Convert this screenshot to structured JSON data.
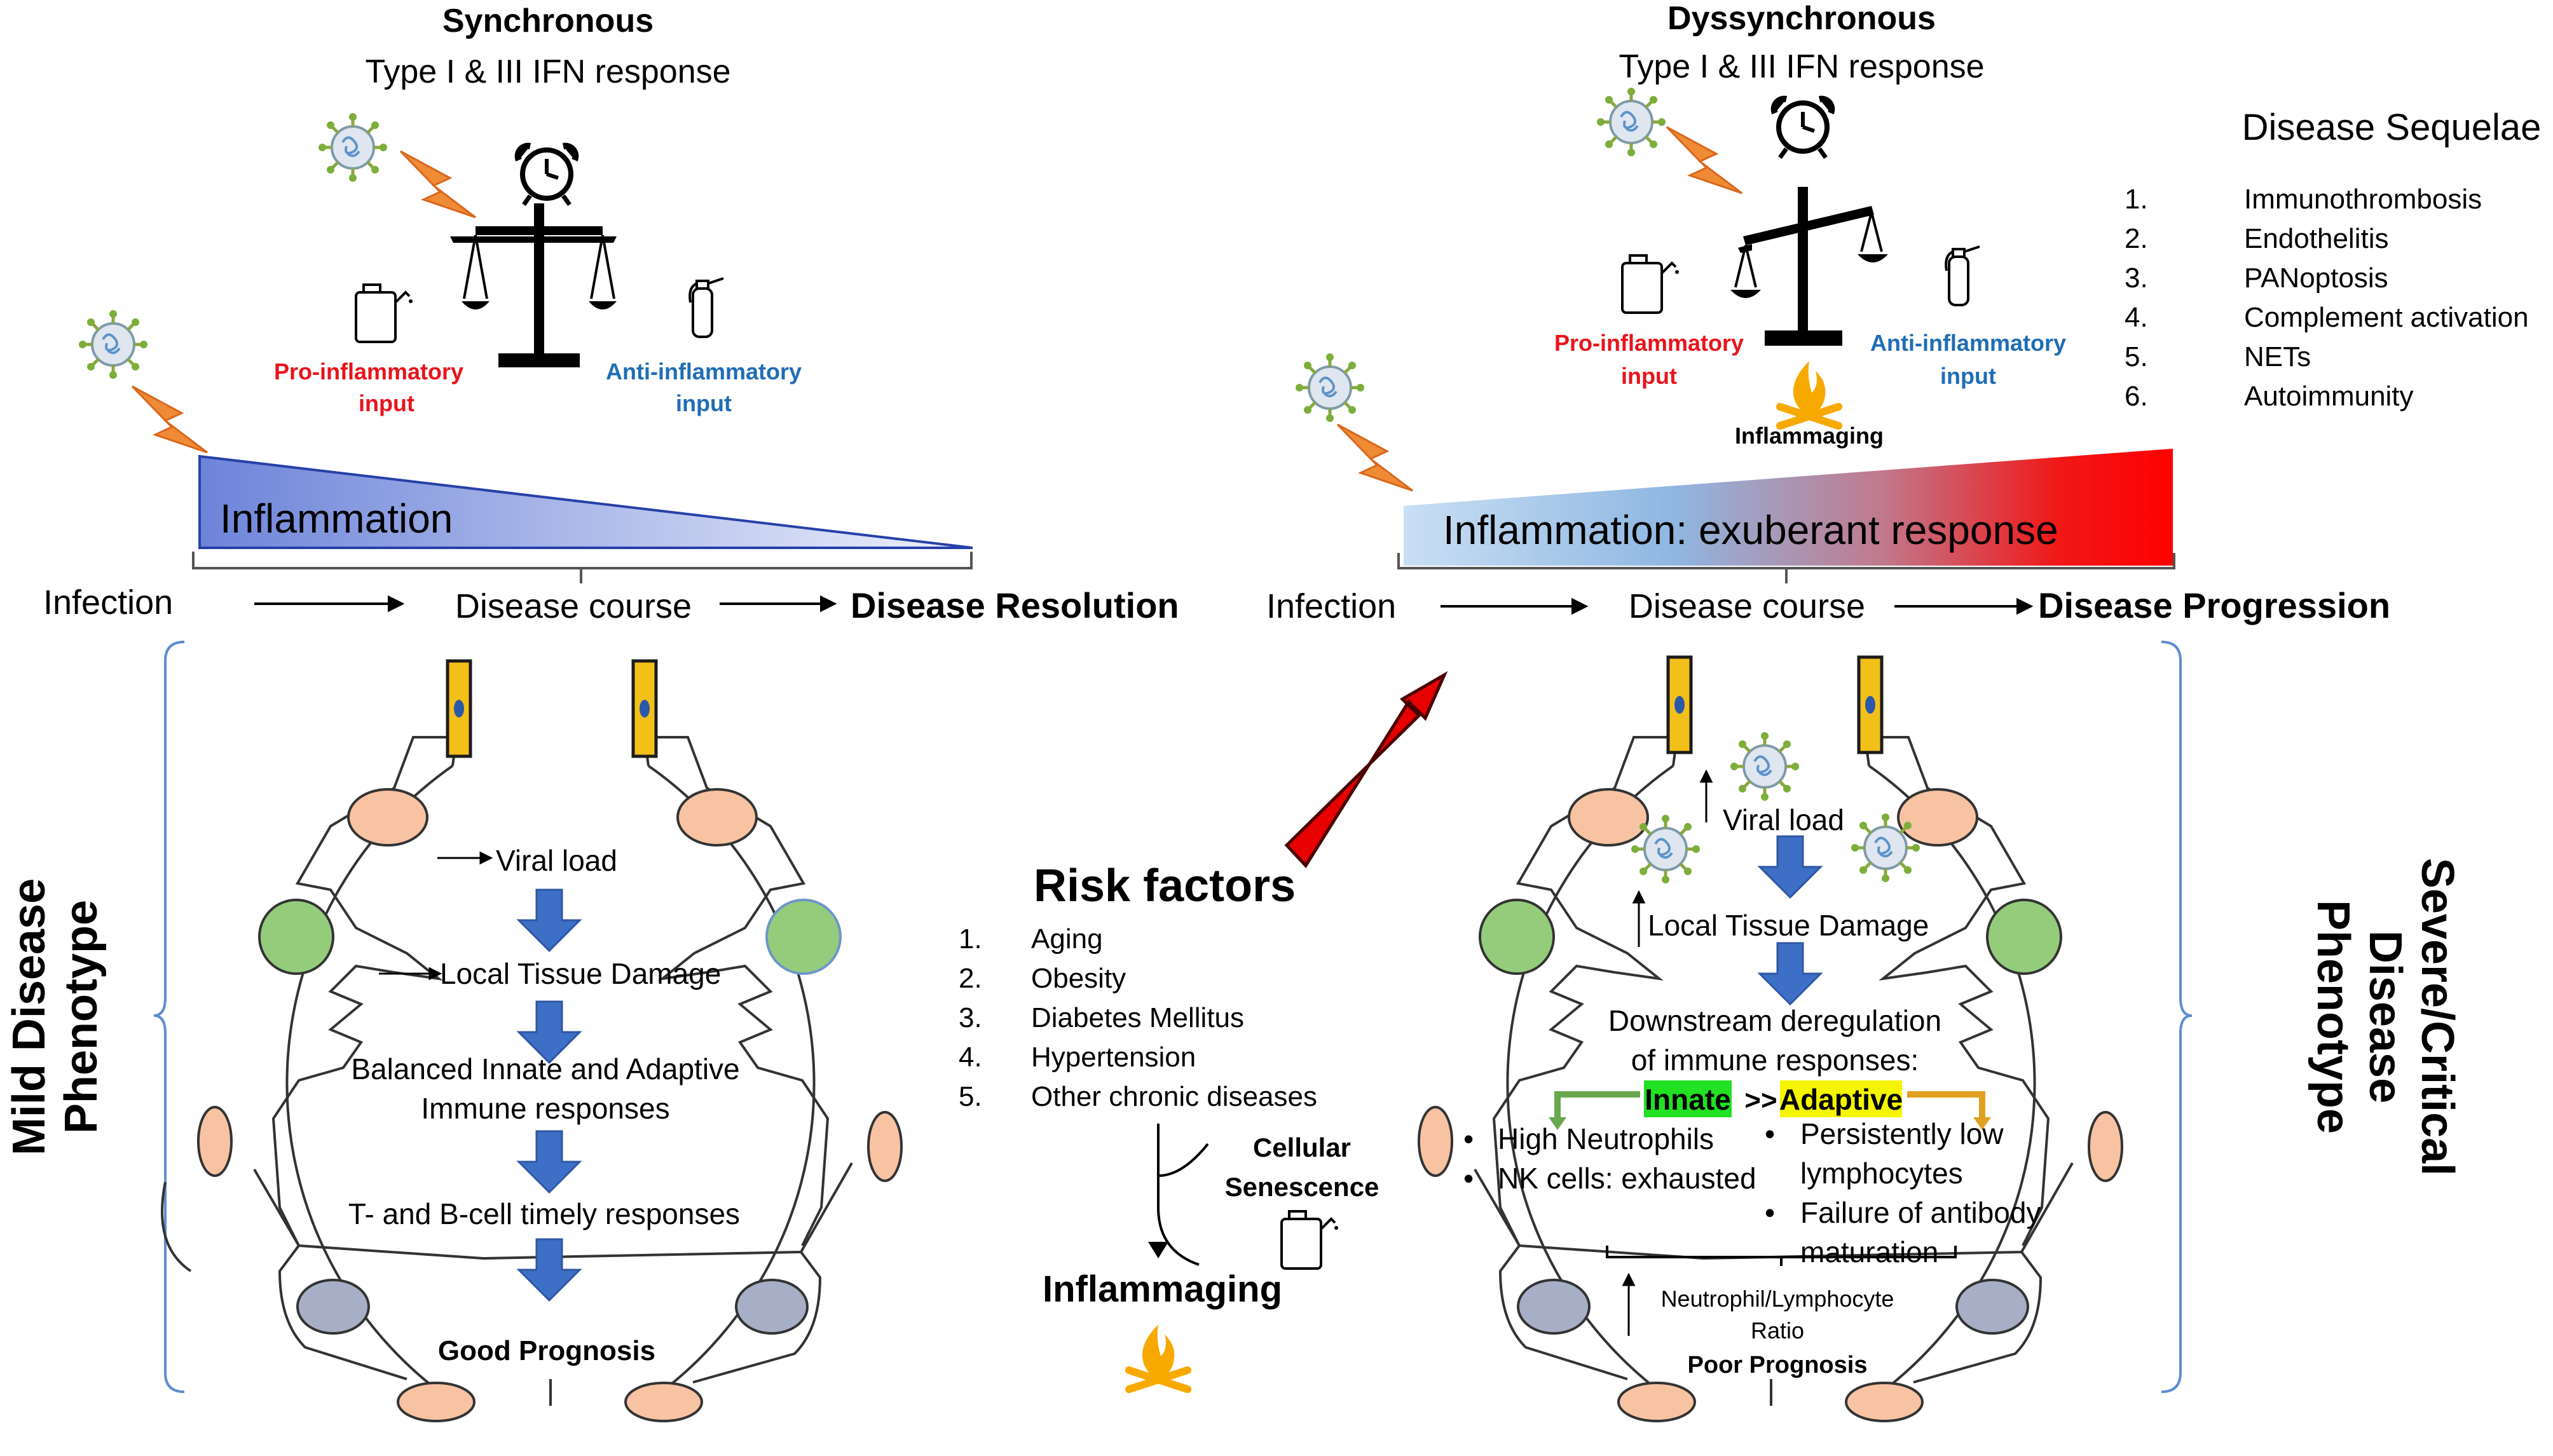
{
  "left": {
    "title": "Synchronous",
    "subtitle": "Type I & III IFN response",
    "pro_label": [
      "Pro-inflammatory",
      "input"
    ],
    "anti_label": [
      "Anti-inflammatory",
      "input"
    ],
    "inflammation": "Inflammation",
    "timeline": [
      "Infection",
      "Disease course",
      "Disease Resolution"
    ],
    "phenotype": [
      "Mild Disease",
      "Phenotype"
    ],
    "steps": {
      "viral_load": "Viral load",
      "tissue_damage": "Local Tissue Damage",
      "balanced": [
        "Balanced Innate and Adaptive",
        "Immune responses"
      ],
      "tb_cell": "T- and B-cell timely responses",
      "prognosis": "Good Prognosis"
    }
  },
  "right": {
    "title": "Dyssynchronous",
    "subtitle": "Type I & III IFN response",
    "pro_label": [
      "Pro-inflammatory",
      "input"
    ],
    "anti_label": [
      "Anti-inflammatory",
      "input"
    ],
    "inflammaging": "Inflammaging",
    "inflammation": "Inflammation: exuberant response",
    "timeline": [
      "Infection",
      "Disease course",
      "Disease Progression"
    ],
    "phenotype": [
      "Severe/Critical",
      "Disease",
      "Phenotype"
    ],
    "steps": {
      "viral_load": "Viral load",
      "tissue_damage": "Local Tissue Damage",
      "downstream": [
        "Downstream deregulation",
        "of immune responses:"
      ],
      "innate": "Innate",
      "gtgt": ">>",
      "adaptive": "Adaptive",
      "innate_items": [
        "High Neutrophils",
        "NK cells: exhausted"
      ],
      "adaptive_items": [
        [
          "Persistently low",
          "lymphocytes"
        ],
        [
          "Failure of antibody",
          "maturation"
        ]
      ],
      "ratio": [
        "Neutrophil/Lymphocyte",
        "Ratio"
      ],
      "prognosis": "Poor Prognosis"
    }
  },
  "sequelae": {
    "title": "Disease Sequelae",
    "items": [
      {
        "num": "1.",
        "text": "Immunothrombosis"
      },
      {
        "num": "2.",
        "text": "Endothelitis"
      },
      {
        "num": "3.",
        "text": "PANoptosis"
      },
      {
        "num": "4.",
        "text": "Complement activation"
      },
      {
        "num": "5.",
        "text": "NETs"
      },
      {
        "num": "6.",
        "text": "Autoimmunity"
      }
    ]
  },
  "risk": {
    "title": "Risk factors",
    "items": [
      {
        "num": "1.",
        "text": "Aging"
      },
      {
        "num": "2.",
        "text": "Obesity"
      },
      {
        "num": "3.",
        "text": "Diabetes Mellitus"
      },
      {
        "num": "4.",
        "text": "Hypertension"
      },
      {
        "num": "5.",
        "text": "Other chronic diseases"
      }
    ],
    "senescence": [
      "Cellular",
      "Senescence"
    ],
    "inflammaging": "Inflammaging"
  },
  "colors": {
    "pro": "#e8141b",
    "anti": "#1f6db5",
    "down_arrow": "#3c6cc4",
    "innate_bg": "#22e022",
    "adaptive_bg": "#f5f500",
    "red_arrow": "#e80000",
    "flame": "#f5b400"
  }
}
